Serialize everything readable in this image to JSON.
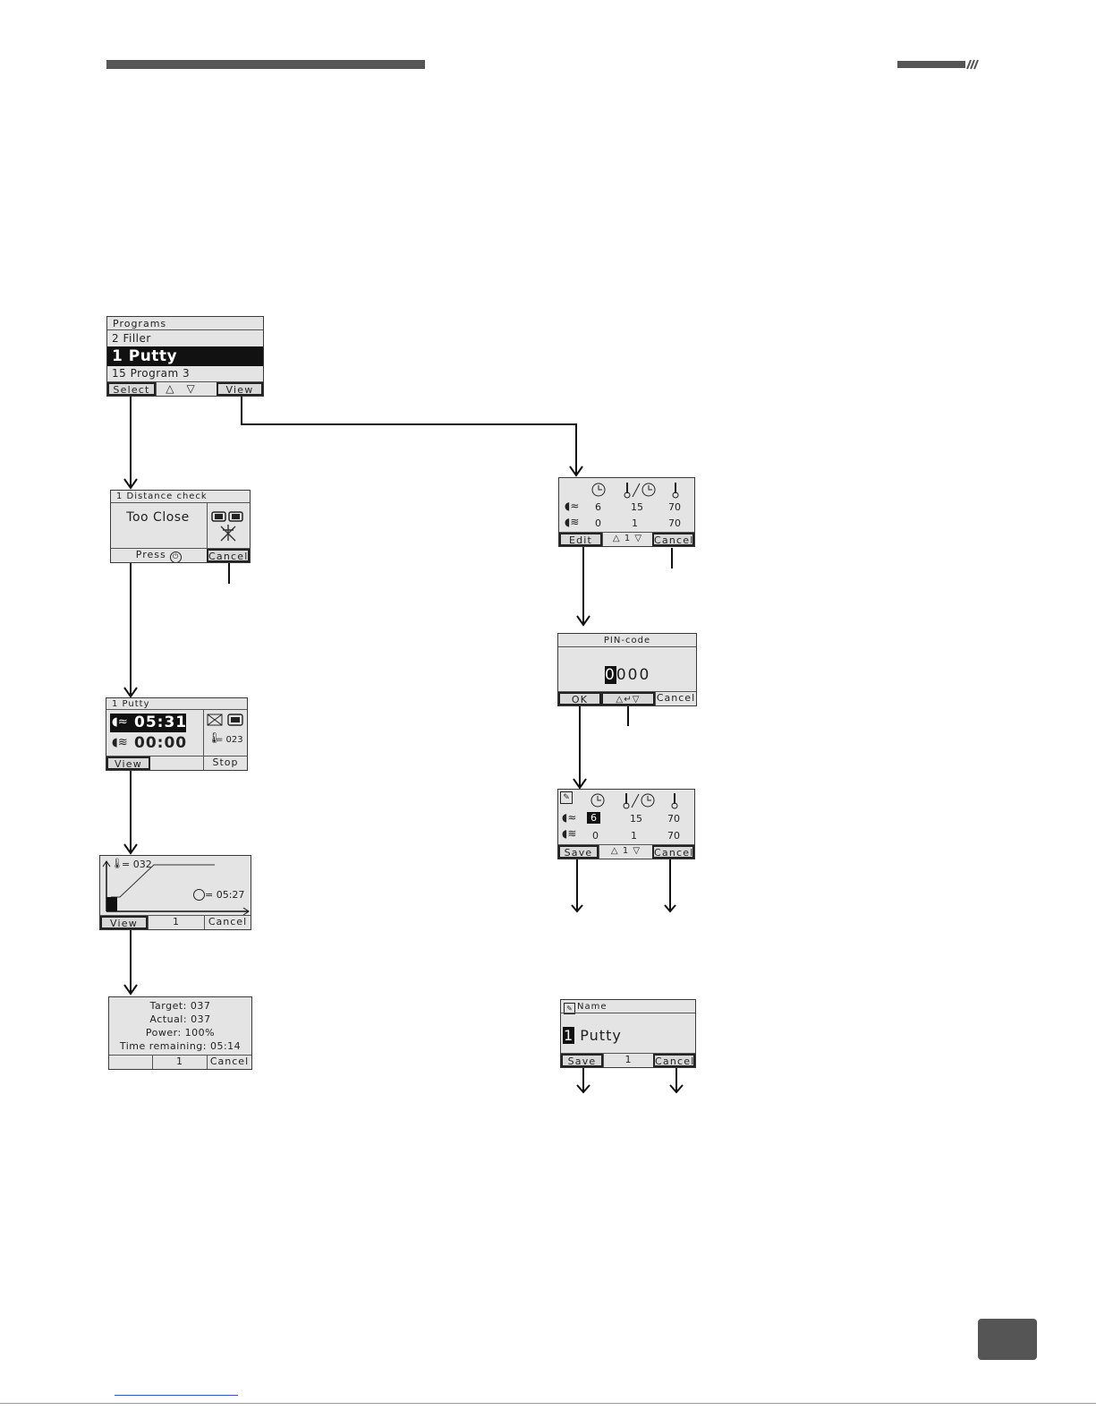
{
  "programs": {
    "title": "Programs",
    "items": [
      "2 Filler",
      "1 Putty",
      "15 Program 3"
    ],
    "select": "Select",
    "view": "View"
  },
  "distance": {
    "title": "1 Distance check",
    "message": "Too Close",
    "press": "Press",
    "cancel": "Cancel"
  },
  "running": {
    "title": "1 Putty",
    "time1": "05:31",
    "time2": "00:00",
    "temp": "= 023",
    "view": "View",
    "stop": "Stop"
  },
  "graph": {
    "temp": "= 032",
    "time": "= 05:27",
    "view": "View",
    "page": "1",
    "cancel": "Cancel"
  },
  "info": {
    "target": "Target: 037",
    "actual": "Actual: 037",
    "power": "Power: 100%",
    "remaining": "Time remaining: 05:14",
    "page": "1",
    "cancel": "Cancel"
  },
  "table": {
    "row1": [
      "6",
      "15",
      "70"
    ],
    "row2": [
      "0",
      "1",
      "70"
    ],
    "edit": "Edit",
    "page": "1",
    "cancel": "Cancel"
  },
  "pin": {
    "title": "PIN-code",
    "first": "0",
    "rest": "000",
    "ok": "OK",
    "cancel": "Cancel"
  },
  "edit_table": {
    "row1": [
      "6",
      "15",
      "70"
    ],
    "row2": [
      "0",
      "1",
      "70"
    ],
    "save": "Save",
    "page": "1",
    "cancel": "Cancel"
  },
  "name": {
    "title": "Name",
    "first": "1",
    "rest": "Putty",
    "save": "Save",
    "page": "1",
    "cancel": "Cancel"
  },
  "colors": {
    "bar": "#555555",
    "lcd": "#e4e4e4"
  }
}
